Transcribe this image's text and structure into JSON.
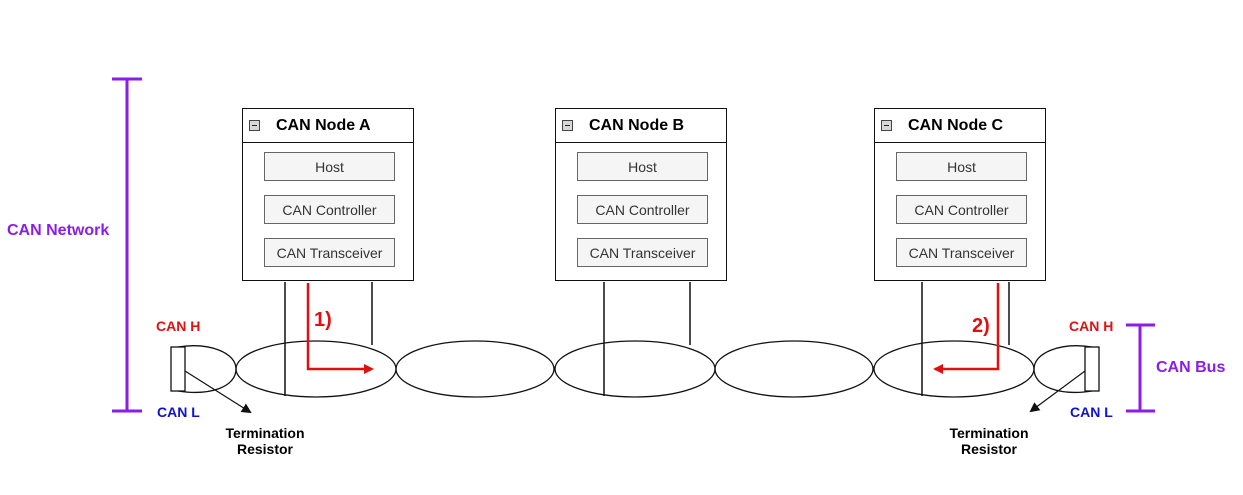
{
  "nodes": [
    {
      "title": "CAN Node A",
      "host": "Host",
      "controller": "CAN Controller",
      "transceiver": "CAN Transceiver"
    },
    {
      "title": "CAN Node B",
      "host": "Host",
      "controller": "CAN Controller",
      "transceiver": "CAN Transceiver"
    },
    {
      "title": "CAN Node C",
      "host": "Host",
      "controller": "CAN Controller",
      "transceiver": "CAN Transceiver"
    }
  ],
  "labels": {
    "network": "CAN Network",
    "bus": "CAN Bus",
    "can_h": "CAN H",
    "can_l": "CAN L",
    "termination_line1": "Termination",
    "termination_line2": "Resistor",
    "step1": "1)",
    "step2": "2)"
  },
  "colors": {
    "purple": "#8a1ee8",
    "red": "#e01010",
    "blue": "#1010d0",
    "line": "#111111"
  }
}
